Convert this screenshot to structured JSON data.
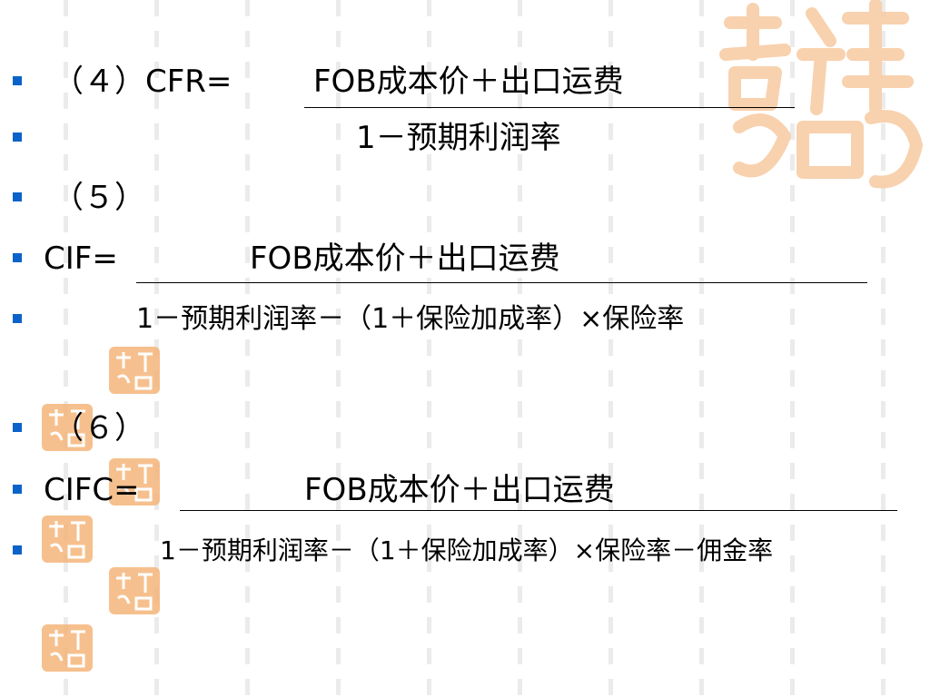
{
  "slide": {
    "lines": [
      {
        "label": "（４）CFR=",
        "value": "FOB成本价＋出口运费"
      },
      {
        "value": "1－预期利润率"
      },
      {
        "label": "（５）"
      },
      {
        "label": "CIF=",
        "value": "FOB成本价＋出口运费"
      },
      {
        "value": "1－预期利润率－（1＋保险加成率）×保险率"
      },
      {
        "label": "（６）"
      },
      {
        "label": "CIFC=",
        "value": "FOB成本价＋出口运费"
      },
      {
        "value": "1－预期利润率－（1＋保险加成率）×保险率－佣金率"
      }
    ]
  },
  "decor": {
    "watermark_icon": "auspicious-seal-watermark",
    "bullet_color": "#0b63c9",
    "seal_color": "#f5b57a"
  }
}
